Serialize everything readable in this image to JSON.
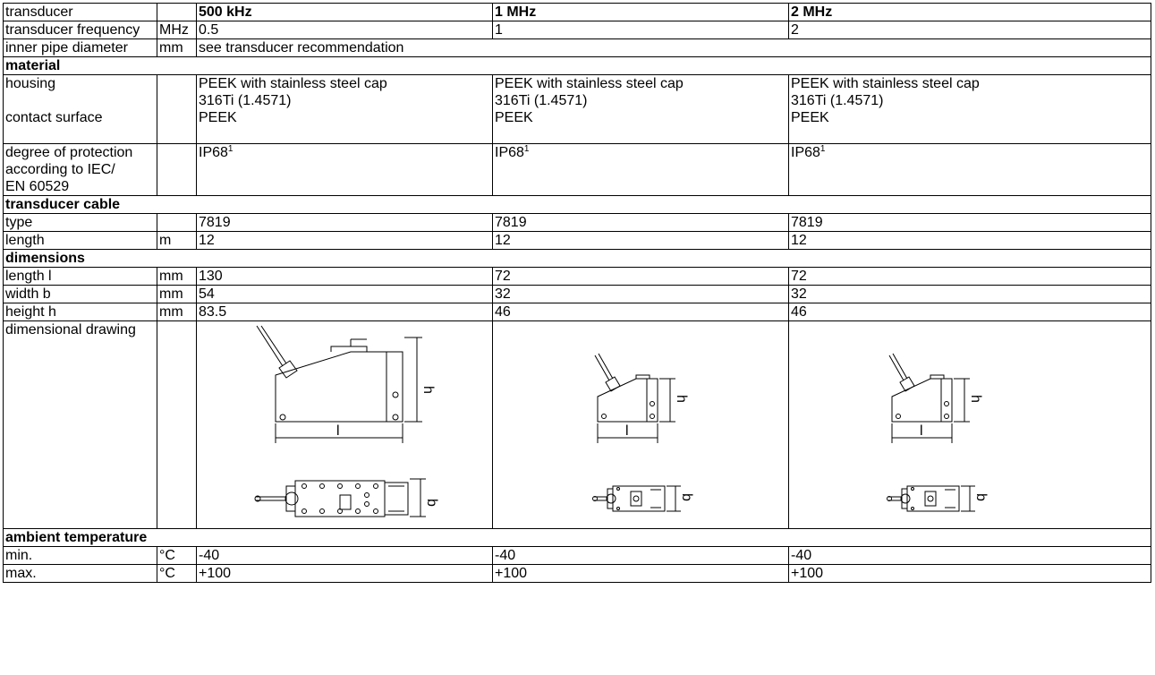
{
  "header": {
    "label": "transducer",
    "col1": "500 kHz",
    "col2": "1 MHz",
    "col3": "2 MHz"
  },
  "rows": {
    "freq": {
      "label": "transducer frequency",
      "unit": "MHz",
      "v1": "0.5",
      "v2": "1",
      "v3": "2"
    },
    "pipe": {
      "label": "inner pipe diameter",
      "unit": "mm",
      "value": "see transducer recommendation"
    },
    "material": {
      "section": "material"
    },
    "housing": {
      "label": "housing",
      "line1": "PEEK with stainless steel cap",
      "line2": "316Ti (1.4571)"
    },
    "contact": {
      "label": "contact surface",
      "value": "PEEK"
    },
    "protection": {
      "label1": "degree of protection",
      "label2": "according to IEC/",
      "label3": "EN 60529",
      "value": "IP68",
      "footnote": "1"
    },
    "cable": {
      "section": "transducer cable"
    },
    "type": {
      "label": "type",
      "v1": "7819",
      "v2": "7819",
      "v3": "7819"
    },
    "cable_length": {
      "label": "length",
      "unit": "m",
      "v1": "12",
      "v2": "12",
      "v3": "12"
    },
    "dimensions": {
      "section": "dimensions"
    },
    "length": {
      "label": "length l",
      "unit": "mm",
      "v1": "130",
      "v2": "72",
      "v3": "72"
    },
    "width": {
      "label": "width b",
      "unit": "mm",
      "v1": "54",
      "v2": "32",
      "v3": "32"
    },
    "height": {
      "label": "height h",
      "unit": "mm",
      "v1": "83.5",
      "v2": "46",
      "v3": "46"
    },
    "drawing": {
      "label": "dimensional drawing",
      "dim_l": "l",
      "dim_h": "h",
      "dim_b": "b"
    },
    "ambient": {
      "section": "ambient temperature"
    },
    "tmin": {
      "label": "min.",
      "unit": "°C",
      "v1": "-40",
      "v2": "-40",
      "v3": "-40"
    },
    "tmax": {
      "label": "max.",
      "unit": "°C",
      "v1": "+100",
      "v2": "+100",
      "v3": "+100"
    }
  }
}
